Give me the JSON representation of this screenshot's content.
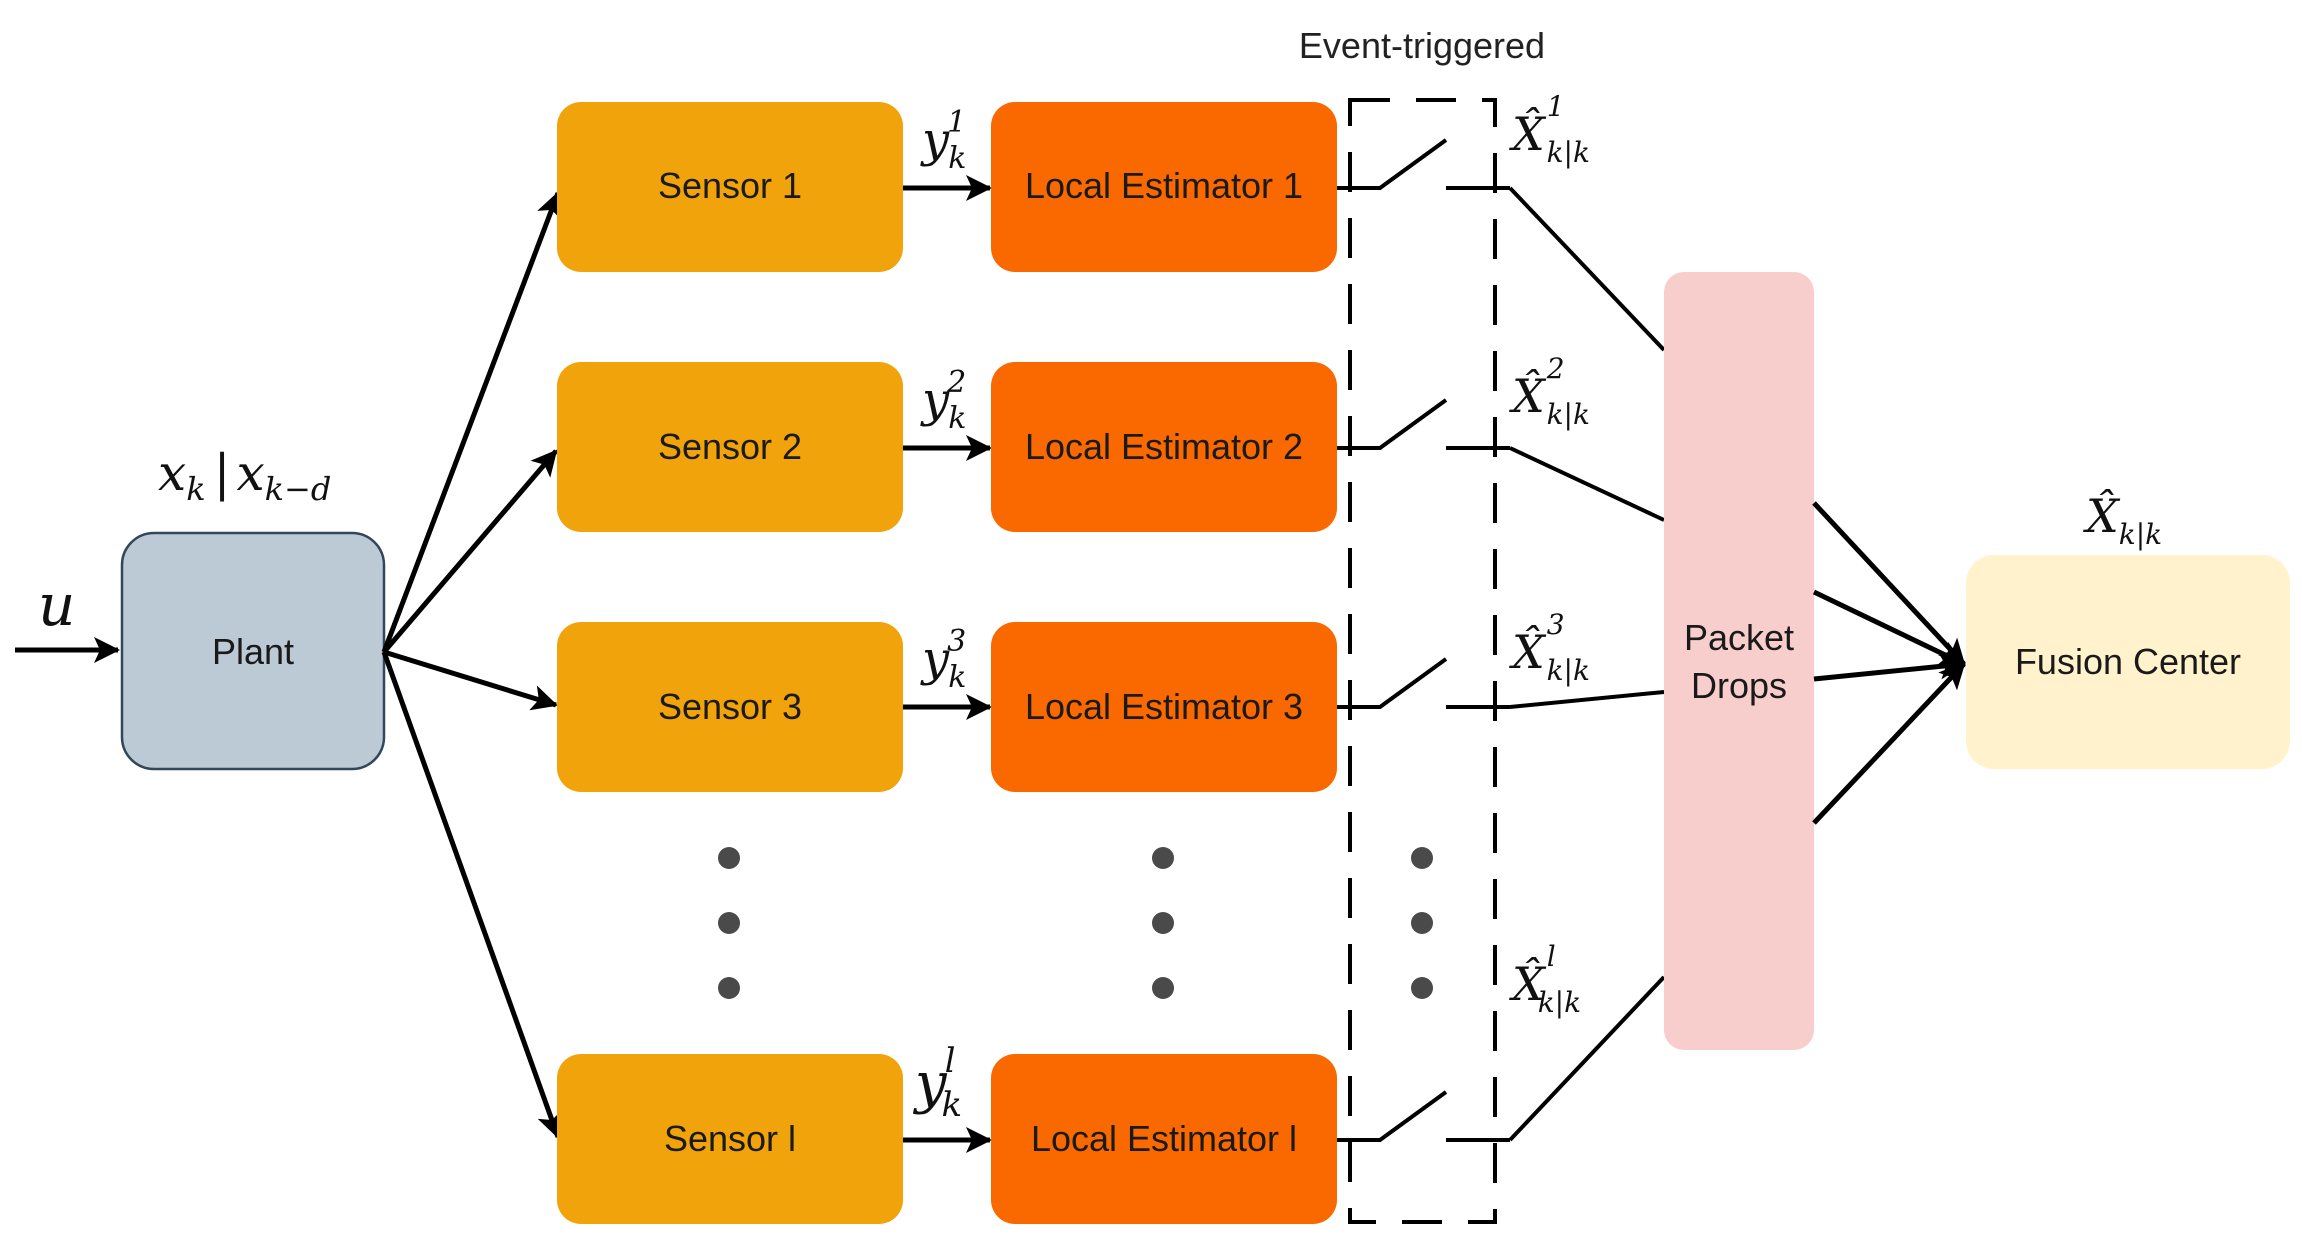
{
  "colors": {
    "plant": "#bccad6",
    "plant_stroke": "#33475b",
    "sensor": "#f0a30a",
    "estimator": "#fa6800",
    "packet": "#f8cecc",
    "fusion": "#fff2cc",
    "line": "#000000",
    "dots": "#4a4a4a"
  },
  "blocks": {
    "plant": "Plant",
    "packet_drops_line1": "Packet",
    "packet_drops_line2": "Drops",
    "fusion_center": "Fusion Center"
  },
  "sensors": [
    "Sensor 1",
    "Sensor 2",
    "Sensor 3",
    "Sensor l"
  ],
  "estimators": [
    "Local Estimator 1",
    "Local Estimator 2",
    "Local Estimator 3",
    "Local Estimator l"
  ],
  "labels": {
    "event_triggered": "Event-triggered",
    "input": "u",
    "plant_state": "x",
    "plant_state_sub": "k",
    "plant_state_bar": "|",
    "plant_state2": "x",
    "plant_state2_sub": "k−d",
    "measurement": "y",
    "measurement_sub": "k",
    "measurement_sups": [
      "1",
      "2",
      "3",
      "l"
    ],
    "estimate": "X̂",
    "estimate_sub": "k|k",
    "estimate_sups": [
      "1",
      "2",
      "3",
      "l"
    ],
    "fused_estimate": "X̂",
    "fused_estimate_sub": "k|k"
  }
}
